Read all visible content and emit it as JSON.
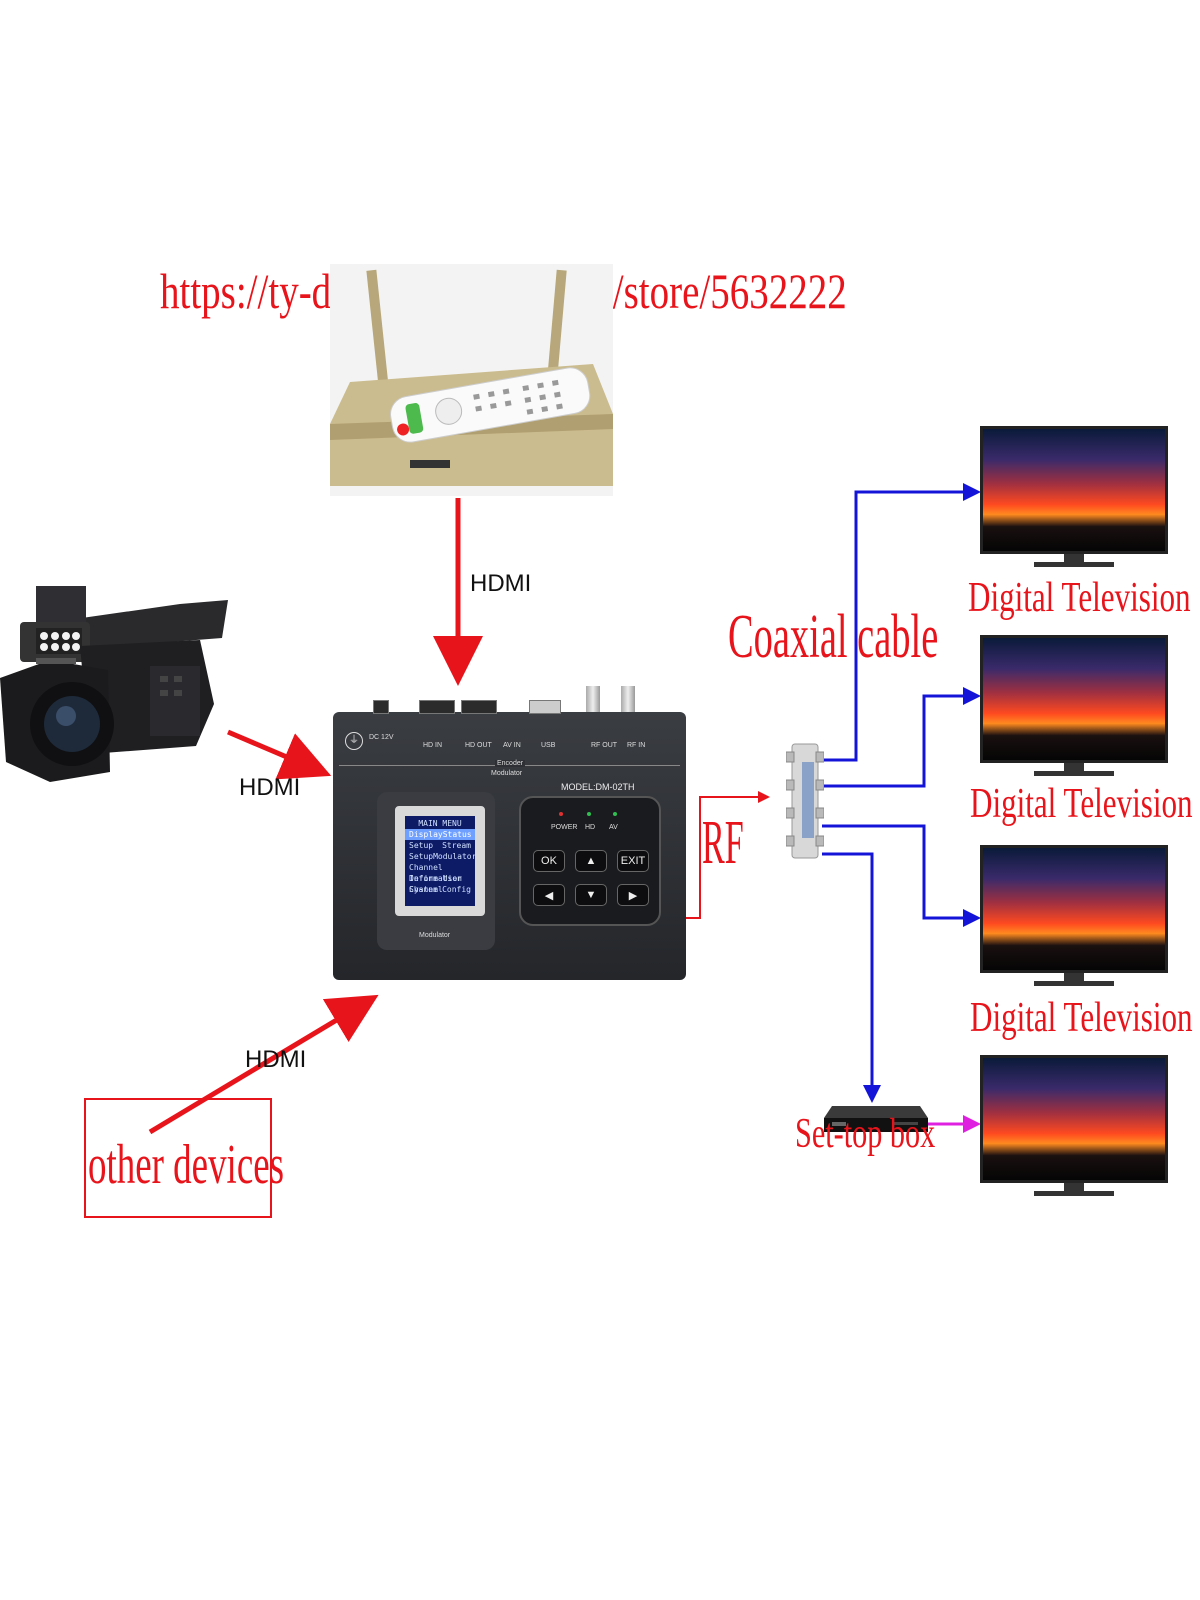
{
  "header": {
    "url": "https://ty-dvb.aliexpress.com/store/5632222"
  },
  "connections": {
    "hdmi_top": "HDMI",
    "hdmi_camera": "HDMI",
    "hdmi_other": "HDMI",
    "rf": "RF",
    "coaxial": "Coaxial cable"
  },
  "other_devices": {
    "label": "other devices"
  },
  "set_top_box": {
    "label": "Set-top box"
  },
  "televisions": [
    {
      "label": "Digital Television"
    },
    {
      "label": "Digital Television"
    },
    {
      "label": "Digital Television"
    },
    {
      "label": ""
    }
  ],
  "encoder": {
    "port_dc": "DC 12V",
    "port_hd_in": "HD IN",
    "port_hd_out": "HD OUT",
    "port_av_in": "AV IN",
    "port_usb": "USB",
    "port_rf_out": "RF OUT",
    "port_rf_in": "RF IN",
    "title_line1": "Encoder",
    "title_line2": "Modulator",
    "model": "MODEL:DM-02TH",
    "led_power": "POWER",
    "led_hd": "HD",
    "led_av": "AV",
    "btn_ok": "OK",
    "btn_exit": "EXIT",
    "lcd_brand": "Modulator",
    "menu_title": "MAIN  MENU",
    "menu_items": [
      {
        "left": "Display",
        "right": "Status"
      },
      {
        "left": "Setup",
        "right": "Stream"
      },
      {
        "left": "Setup",
        "right": "Modulator"
      },
      {
        "left": "Channel Information",
        "right": ""
      },
      {
        "left": "Define User Channel",
        "right": ""
      },
      {
        "left": "System",
        "right": "Config"
      }
    ]
  },
  "colors": {
    "red": "#e8141b",
    "blue": "#1414d8",
    "magenta": "#e020e0"
  }
}
